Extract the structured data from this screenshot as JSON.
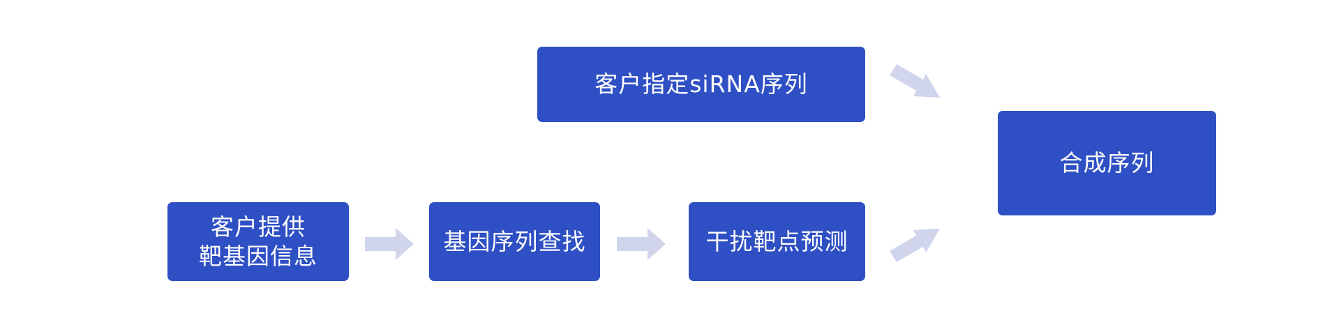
{
  "nodes": {
    "sirna": "客户指定siRNA序列",
    "synthesis": "合成序列",
    "customer": "客户提供\n靶基因信息",
    "search": "基因序列查找",
    "predict": "干扰靶点预测"
  },
  "colors": {
    "box": "#2f50c4",
    "arrow": "#d0d5ec",
    "text": "#ffffff"
  }
}
